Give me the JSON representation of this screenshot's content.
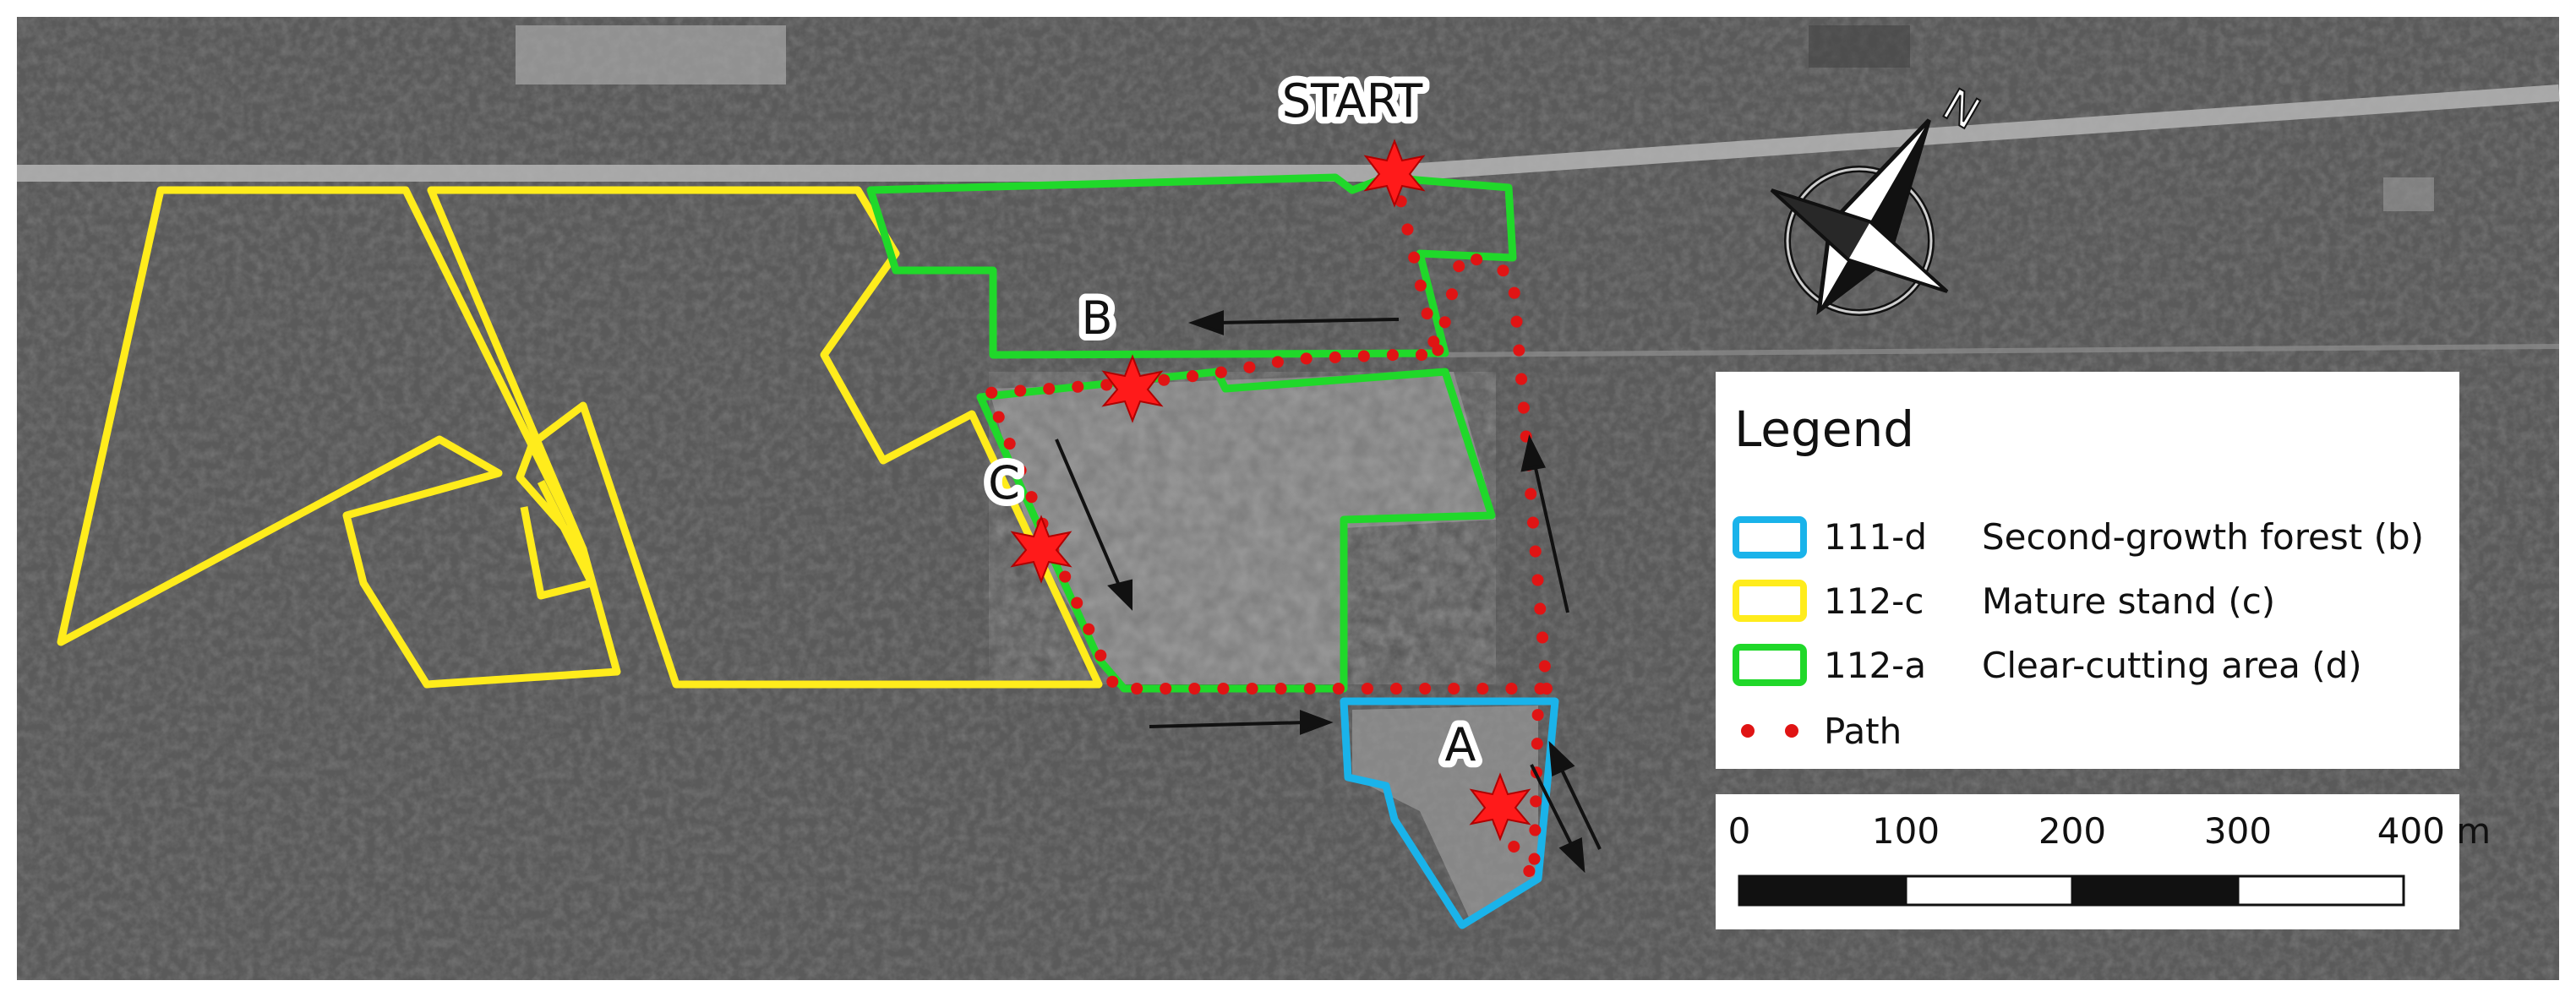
{
  "markers": {
    "start": "START",
    "a": "A",
    "b": "B",
    "c": "C"
  },
  "north": {
    "label": "N"
  },
  "legend": {
    "title": "Legend",
    "items": [
      {
        "code": "111-d",
        "description": "Second-growth forest (b)",
        "color": "#1ab3ea"
      },
      {
        "code": "112-c",
        "description": "Mature stand (c)",
        "color": "#ffec1c"
      },
      {
        "code": "112-a",
        "description": "Clear-cutting area (d)",
        "color": "#20d82a"
      },
      {
        "code": "",
        "description": "Path",
        "color": "#e01414"
      }
    ]
  },
  "scale": {
    "ticks": [
      "0",
      "100",
      "200",
      "300",
      "400 m"
    ]
  },
  "colors": {
    "yellow": "#ffec1c",
    "green": "#20d82a",
    "blue": "#1ab3ea",
    "path": "#e01414"
  }
}
